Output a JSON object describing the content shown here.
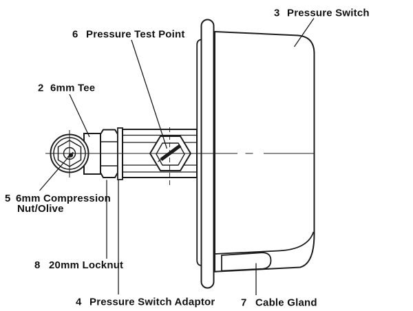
{
  "figure": {
    "background": "#ffffff",
    "ink": "#1b1b1b"
  },
  "labels": {
    "tee": {
      "num": "2",
      "text": "6mm Tee"
    },
    "pressure_switch": {
      "num": "3",
      "text": "Pressure Switch"
    },
    "adaptor": {
      "num": "4",
      "text": "Pressure Switch Adaptor"
    },
    "compression": {
      "num": "5",
      "text": "6mm Compression",
      "text2": "Nut/Olive"
    },
    "test_point": {
      "num": "6",
      "text": "Pressure Test Point"
    },
    "cable_gland": {
      "num": "7",
      "text": "Cable Gland"
    },
    "locknut": {
      "num": "8",
      "text": "20mm Locknut"
    }
  }
}
